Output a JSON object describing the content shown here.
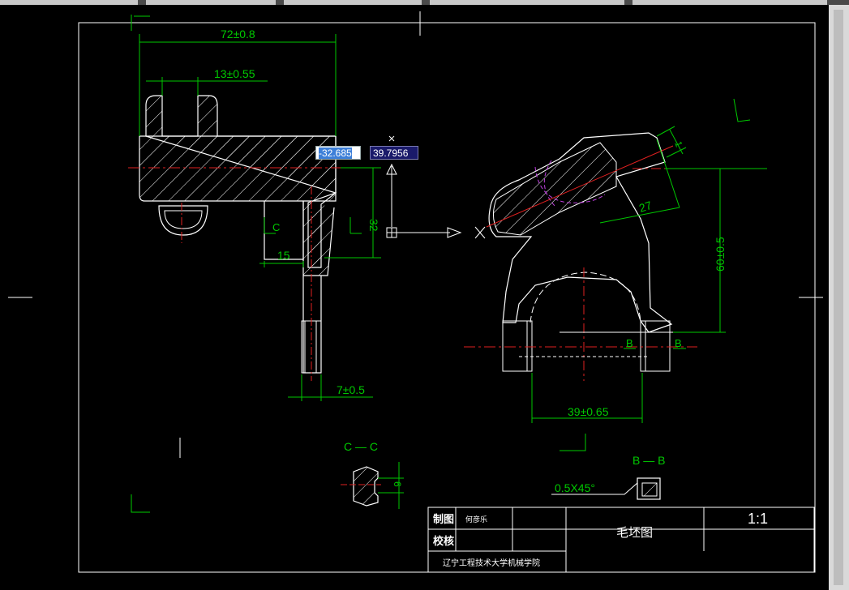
{
  "drawing": {
    "dimensions": {
      "top_width": "72±0.8",
      "slot_width": "13±0.55",
      "section_depth": "32",
      "neck_width": "15",
      "rod_width": "7±0.5",
      "fork_height": "60±0.5",
      "arm_length": "27",
      "edge": "1",
      "jaw_width": "39±0.65",
      "section_c_thickness": "6",
      "chamfer": "0.5X45°"
    },
    "labels": {
      "section_c": "C",
      "section_c_title": "C — C",
      "section_b": "B",
      "section_b_title": "B — B"
    },
    "cursor": {
      "x_value": "-32.685",
      "y_value": "39.7956"
    }
  },
  "title_block": {
    "drawn_label": "制图",
    "drawn_by": "何彦乐",
    "checked_label": "校核",
    "drawing_name": "毛坯图",
    "scale": "1:1",
    "school": "辽宁工程技术大学机械学院"
  },
  "colors": {
    "background": "#000000",
    "outline": "#ffffff",
    "dimension": "#00c800",
    "centerline": "#e02020",
    "hidden": "#c040e0",
    "hatch": "#ffffff"
  }
}
